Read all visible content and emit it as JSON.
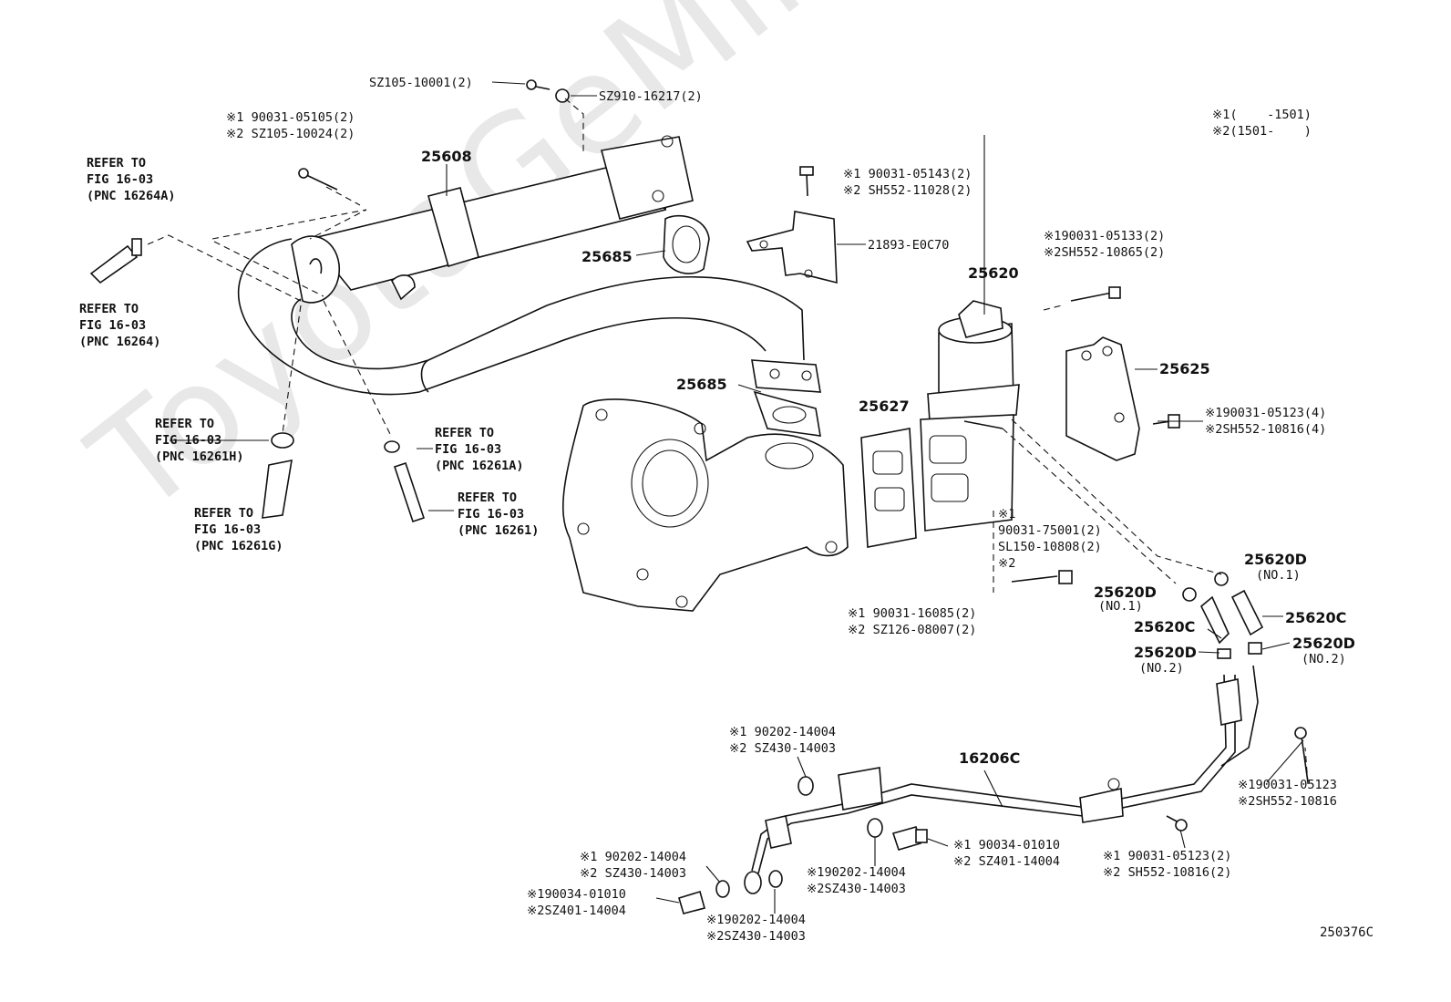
{
  "diagram": {
    "watermark": "ToyotaGeMine.ru",
    "figure_code": "250376C",
    "legend": {
      "line1": "※1(    -1501)",
      "line2": "※2(1501-    )"
    },
    "part_numbers": {
      "p25608": "25608",
      "p25685a": "25685",
      "p25685b": "25685",
      "p21893": "21893-E0C70",
      "p25620": "25620",
      "p25625": "25625",
      "p25627": "25627",
      "p16206c": "16206C",
      "p25620d_1": "25620D",
      "p25620d_1_sub": "(NO.1)",
      "p25620d_2": "25620D",
      "p25620d_2_sub": "(NO.1)",
      "p25620c_a": "25620C",
      "p25620c_b": "25620C",
      "p25620d_3": "25620D",
      "p25620d_3_sub": "(NO.2)",
      "p25620d_4": "25620D",
      "p25620d_4_sub": "(NO.2)"
    },
    "callouts": {
      "sz105_10001": "SZ105-10001(2)",
      "sz910_16217": "SZ910-16217(2)",
      "bolt_top_left": "※1 90031-05105(2)\n※2 SZ105-10024(2)",
      "bolt_bracket": "※1 90031-05143(2)\n※2 SH552-11028(2)",
      "bolt_valve": "※190031-05133(2)\n※2SH552-10865(2)",
      "bolt_25625": "※190031-05123(4)\n※2SH552-10816(4)",
      "stud_valve": "※1\n90031-75001(2)\nSL150-10808(2)\n※2",
      "stud_bottom": "※1 90031-16085(2)\n※2 SZ126-08007(2)",
      "refer_16264a": "REFER TO\nFIG 16-03\n(PNC 16264A)",
      "refer_16264": "REFER TO\nFIG 16-03\n(PNC 16264)",
      "refer_16261h": "REFER TO\nFIG 16-03\n(PNC 16261H)",
      "refer_16261g": "REFER TO\nFIG 16-03\n(PNC 16261G)",
      "refer_16261a": "REFER TO\nFIG 16-03\n(PNC 16261A)",
      "refer_16261": "REFER TO\nFIG 16-03\n(PNC 16261)",
      "gasket_pipe_top": "※1 90202-14004\n※2 SZ430-14003",
      "bolt_pipe_right": "※190031-05123\n※2SH552-10816",
      "bolt_pipe_mid": "※1 90031-05123(2)\n※2 SH552-10816(2)",
      "union_bolt_right": "※1 90034-01010\n※2 SZ401-14004",
      "gasket_mid": "※190202-14004\n※2SZ430-14003",
      "gasket_left": "※1 90202-14004\n※2 SZ430-14003",
      "union_bolt_left": "※190034-01010\n※2SZ401-14004",
      "gasket_bottom": "※190202-14004\n※2SZ430-14003"
    }
  }
}
